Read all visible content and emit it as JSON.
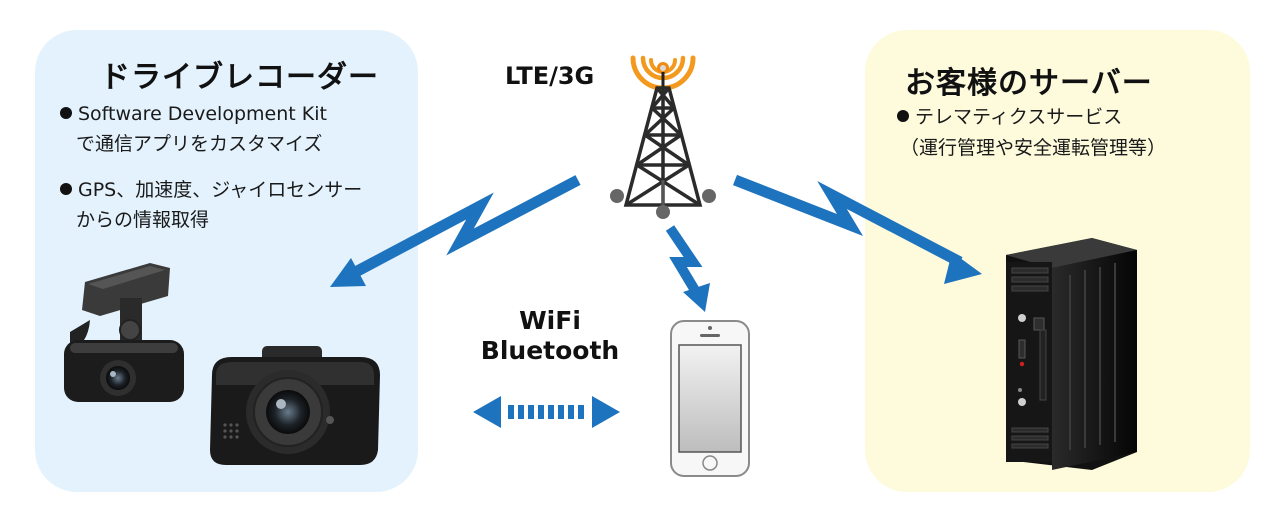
{
  "left_panel": {
    "title": "ドライブレコーダー",
    "bullet1_line1": "Software Development Kit",
    "bullet1_line2": "で通信アプリをカスタマイズ",
    "bullet2_line1": "GPS、加速度、ジャイロセンサー",
    "bullet2_line2": "からの情報取得"
  },
  "right_panel": {
    "title": "お客様のサーバー",
    "bullet1_line1": "テレマティクスサービス",
    "bullet1_line2": "（運行管理や安全運転管理等）"
  },
  "network": {
    "lte_label": "LTE/3G",
    "wifi_label": "WiFi",
    "bluetooth_label": "Bluetooth"
  },
  "colors": {
    "left_bg": "#e3f2fc",
    "right_bg": "#fdfbdc",
    "arrow_blue": "#1e73be",
    "signal_orange": "#f39a1e"
  },
  "icons": [
    "cell-tower-icon",
    "dashcam-icon",
    "smartphone-icon",
    "server-tower-icon",
    "signal-arrow-icon",
    "bidirectional-arrow-icon"
  ]
}
